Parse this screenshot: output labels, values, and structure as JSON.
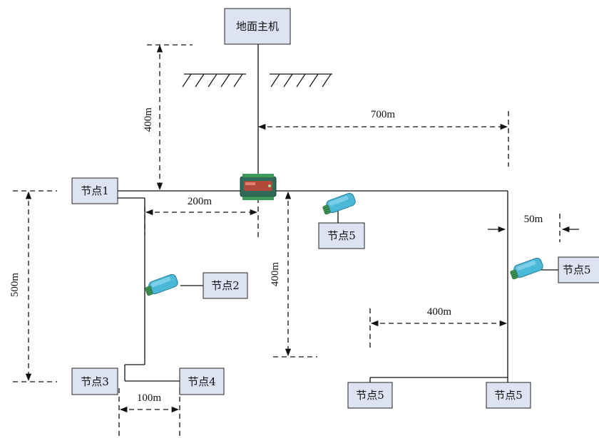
{
  "nodes": {
    "host": "地面主机",
    "node1": "节点1",
    "node2": "节点2",
    "node3": "节点3",
    "node4": "节点4",
    "node5_mid": "节点5",
    "node5_right": "节点5",
    "node5_bottom_left": "节点5",
    "node5_bottom_right": "节点5"
  },
  "dimensions": {
    "depth_surface": "400m",
    "main_right": "700m",
    "node1_to_gateway": "200m",
    "vertical_left": "500m",
    "vertical_center": "400m",
    "bottom_spacing": "100m",
    "right_offset": "50m",
    "bottom_right_span": "400m"
  },
  "colors": {
    "node_fill": "#dde3f3",
    "module_body": "#4bb8d8",
    "module_connector": "#3f9a58",
    "gateway_body": "#2f6a5a"
  },
  "icons": {
    "gateway": "gateway-device-icon",
    "module": "wireless-module-icon"
  }
}
